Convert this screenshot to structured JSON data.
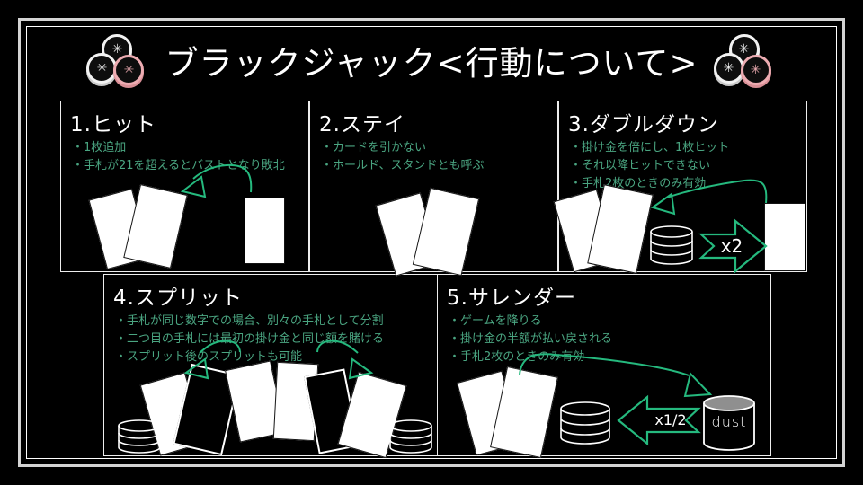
{
  "slide": {
    "title": "ブラックジャック<行動について>"
  },
  "icons": {
    "chips": "poker-chips",
    "chip_glyph": "✳"
  },
  "colors": {
    "background": "#000000",
    "frame_outer": "#d4d4d4",
    "frame_inner": "#ffffff",
    "accent_teal": "#25b97e",
    "bullet_text": "#4aa581",
    "chip_pink": "#edacb2",
    "card_white": "#ffffff",
    "cylinder_top_gray": "#8f8f8f"
  },
  "boxes": [
    {
      "title": "1.ヒット",
      "bullets": [
        "・1枚追加",
        "・手札が21を超えるとバストとなり敗北"
      ]
    },
    {
      "title": "2.ステイ",
      "bullets": [
        "・カードを引かない",
        "・ホールド、スタンドとも呼ぶ"
      ]
    },
    {
      "title": "3.ダブルダウン",
      "bullets": [
        "・掛け金を倍にし、1枚ヒット",
        "・それ以降ヒットできない",
        "・手札2枚のときのみ有効"
      ],
      "multiplier_label": "x2"
    },
    {
      "title": "4.スプリット",
      "bullets": [
        "・手札が同じ数字での場合、別々の手札として分割",
        "・二つ目の手札には最初の掛け金と同じ額を賭ける",
        "・スプリット後のスプリットも可能"
      ]
    },
    {
      "title": "5.サレンダー",
      "bullets": [
        "・ゲームを降りる",
        "・掛け金の半額が払い戻される",
        "・手札2枚のときのみ有効"
      ],
      "multiplier_label": "x1/2",
      "cylinder_label": "dust"
    }
  ]
}
